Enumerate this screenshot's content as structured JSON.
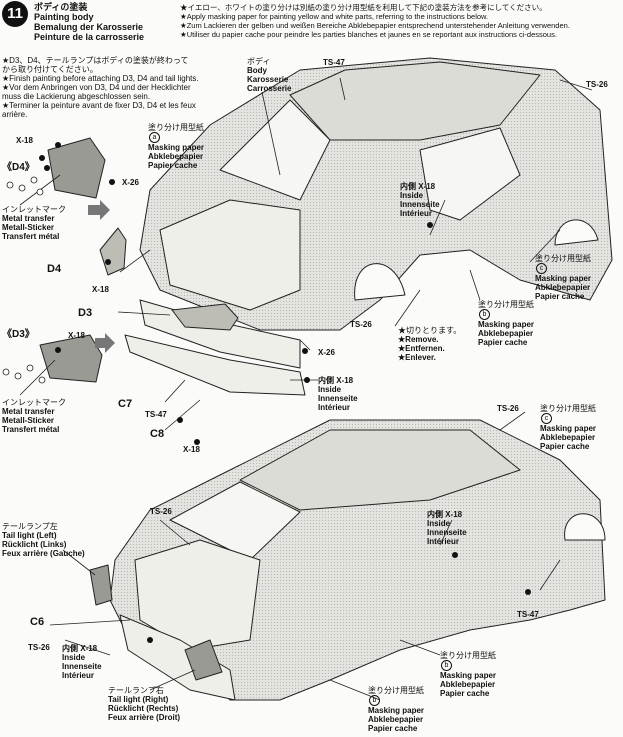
{
  "step": {
    "number": "11",
    "title_jp": "ボディの塗装",
    "title_en": "Painting body",
    "title_de": "Bemalung der Karosserie",
    "title_fr": "Peinture de la carrosserie"
  },
  "instructions": {
    "jp": "★イエロー、ホワイトの塗り分けは別紙の塗り分け用型紙を利用して下記の塗装方法を参考にしてください。",
    "en": "★Apply masking paper for painting yellow and white parts, referring to the instructions below.",
    "de": "★Zum Lackieren der gelben und weißen Bereiche Abklebepapier entsprechend unterstehender Anleitung verwenden.",
    "fr": "★Utiliser du papier cache pour peindre les parties blanches et jaunes en se reportant aux instructions ci-dessous."
  },
  "note": {
    "jp1": "★D3、D4、テールランプはボディの塗装が終わって",
    "jp2": "から取り付けてください。",
    "en": "★Finish painting before attaching D3, D4 and tail lights.",
    "de1": "★Vor dem Anbringen von D3, D4 und der Hecklichter",
    "de2": "muss die Lackierung abgeschlossen sein.",
    "fr1": "★Terminer la peinture avant de fixer D3, D4 et les feux",
    "fr2": "arrière."
  },
  "metal_transfer": {
    "jp": "インレットマーク",
    "en": "Metal transfer",
    "de": "Metall-Sticker",
    "fr": "Transfert métal"
  },
  "masking_paper": {
    "jp": "塗り分け用型紙",
    "en": "Masking paper",
    "de": "Abklebepapier",
    "fr": "Papier cache"
  },
  "body_label": {
    "jp": "ボディ",
    "en": "Body",
    "de": "Karosserie",
    "fr": "Carrosserie"
  },
  "inside": {
    "prefix": "内側",
    "en": "Inside",
    "de": "Innenseite",
    "fr": "Intérieur"
  },
  "remove": {
    "jp": "★切りとります。",
    "en": "★Remove.",
    "de": "★Entfernen.",
    "fr": "★Enlever."
  },
  "tail_left": {
    "jp": "テールランプ左",
    "en": "Tail light (Left)",
    "de": "Rücklicht (Links)",
    "fr": "Feux arrière (Gauche)"
  },
  "tail_right": {
    "jp": "テールランプ右",
    "en": "Tail light (Right)",
    "de": "Rücklicht (Rechts)",
    "fr": "Feux arrière (Droit)"
  },
  "refs": {
    "x18": "X-18",
    "x26": "X-26",
    "ts47": "TS-47",
    "ts26": "TS-26",
    "d4_group": "《D4》",
    "d3_group": "《D3》",
    "d4": "D4",
    "d3": "D3",
    "c6": "C6",
    "c7": "C7",
    "c8": "C8",
    "mask_a": "a",
    "mask_b": "b",
    "mask_c": "c"
  }
}
